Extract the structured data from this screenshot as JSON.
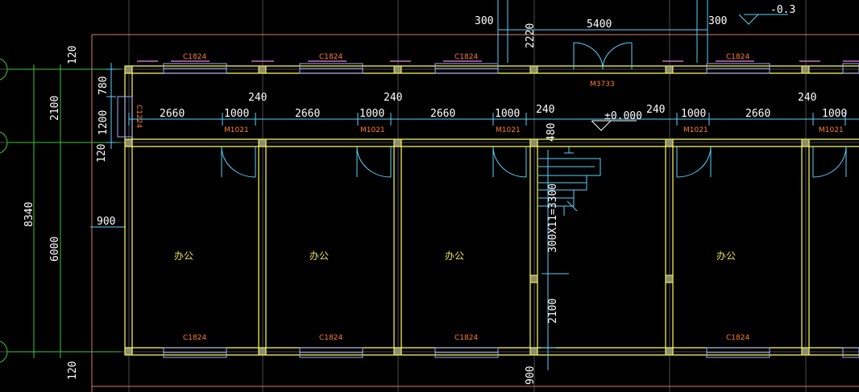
{
  "colors": {
    "background": "#000000",
    "wall": "#ffff55",
    "column": "#8c8c72",
    "dimension": "#5ad2ff",
    "window": "#a3a9ff",
    "window_sill": "#c56cc8",
    "label": "#ff7f27",
    "axis": "#3cc83c",
    "text": "#ffffff",
    "border": "#d67c66",
    "door": "#5ad2ff"
  },
  "top_dims": {
    "d300_left": "300",
    "d2220": "2220",
    "d5400": "5400",
    "d300_right": "300",
    "level_outside": "-0.3"
  },
  "walls": {
    "t240": "240"
  },
  "corridor_dims": {
    "seg1": [
      "2660",
      "1000"
    ],
    "seg2": [
      "2660",
      "1000"
    ],
    "seg3": [
      "2660",
      "1000"
    ],
    "seg4": [
      "1000",
      "2660"
    ],
    "seg5": [
      "1000"
    ],
    "level_floor": "±0.000"
  },
  "labels": {
    "window_c1824": "C1824",
    "window_c1224": "C1224",
    "door_m1021": "M1021",
    "door_m3733": "M3733"
  },
  "left_dims": {
    "d120_top": "120",
    "d780": "780",
    "d1200": "1200",
    "d120_mid": "120",
    "d2100": "2100",
    "d8340": "8340",
    "d6000": "6000",
    "d900": "900",
    "d120_bottom": "120"
  },
  "stair_dims": {
    "d480": "480",
    "run": "300X11=3300",
    "d2100": "2100",
    "d900": "900"
  },
  "rooms": {
    "room_label": "办公"
  }
}
